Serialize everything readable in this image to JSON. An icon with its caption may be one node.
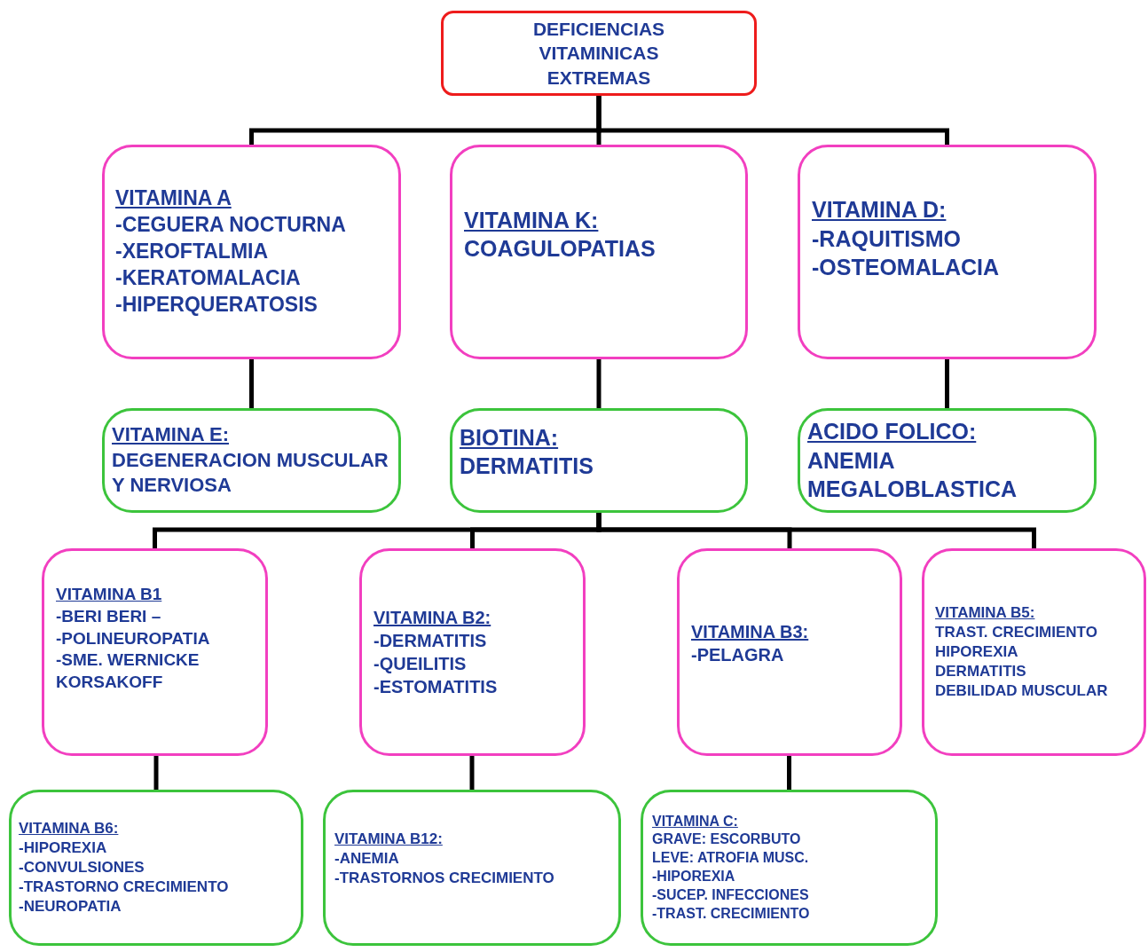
{
  "diagram": {
    "nodes": [
      {
        "text": [
          "DEFICIENCIAS VITAMINICAS EXTREMAS"
        ]
      },
      {
        "text": [
          "VITAMINA A",
          "-CEGUERA NOCTURNA",
          "-XEROFTALMIA",
          "-KERATOMALACIA",
          "-HIPERQUERATOSIS"
        ]
      },
      {
        "text": [
          "VITAMINA K:",
          "COAGULOPATIAS"
        ]
      },
      {
        "text": [
          "VITAMINA D:",
          "-RAQUITISMO",
          "-OSTEOMALACIA"
        ]
      },
      {
        "text": [
          "VITAMINA E:",
          "DEGENERACION MUSCULAR Y NERVIOSA"
        ]
      },
      {
        "text": [
          "BIOTINA:",
          "DERMATITIS"
        ]
      },
      {
        "text": [
          "ACIDO FOLICO:",
          "ANEMIA MEGALOBLASTICA"
        ]
      },
      {
        "text": [
          "VITAMINA B1",
          "-BERI BERI –",
          "-POLINEUROPATIA",
          "-SME. WERNICKE KORSAKOFF"
        ]
      },
      {
        "text": [
          "VITAMINA B2:",
          "-DERMATITIS",
          "-QUEILITIS",
          "-ESTOMATITIS"
        ]
      },
      {
        "text": [
          "VITAMINA B3:",
          "-PELAGRA"
        ]
      },
      {
        "text": [
          "VITAMINA B5:",
          "TRAST. CRECIMIENTO",
          "HIPOREXIA",
          "DERMATITIS",
          "DEBILIDAD MUSCULAR"
        ]
      },
      {
        "text": [
          "VITAMINA B6:",
          "-HIPOREXIA",
          "-CONVULSIONES",
          "-TRASTORNO CRECIMIENTO",
          "-NEUROPATIA"
        ]
      },
      {
        "text": [
          "VITAMINA B12:",
          "-ANEMIA",
          "-TRASTORNOS CRECIMIENTO"
        ]
      },
      {
        "text": [
          "VITAMINA C:",
          "GRAVE: ESCORBUTO",
          "LEVE: ATROFIA MUSC.",
          "-HIPOREXIA",
          "-SUCEP. INFECCIONES",
          "-TRAST. CRECIMIENTO"
        ]
      }
    ],
    "edges": [
      {
        "from": 0,
        "to": 1,
        "arrow": "none"
      },
      {
        "from": 0,
        "to": 2,
        "arrow": "none"
      },
      {
        "from": 0,
        "to": 3,
        "arrow": "none"
      },
      {
        "from": 1,
        "to": 4,
        "arrow": "none"
      },
      {
        "from": 2,
        "to": 5,
        "arrow": "none"
      },
      {
        "from": 3,
        "to": 6,
        "arrow": "none"
      },
      {
        "from": 5,
        "to": 7,
        "arrow": "none"
      },
      {
        "from": 5,
        "to": 8,
        "arrow": "none"
      },
      {
        "from": 5,
        "to": 9,
        "arrow": "none"
      },
      {
        "from": 5,
        "to": 10,
        "arrow": "none"
      },
      {
        "from": 7,
        "to": 11,
        "arrow": "none"
      },
      {
        "from": 8,
        "to": 12,
        "arrow": "none"
      },
      {
        "from": 9,
        "to": 13,
        "arrow": "none"
      }
    ]
  }
}
